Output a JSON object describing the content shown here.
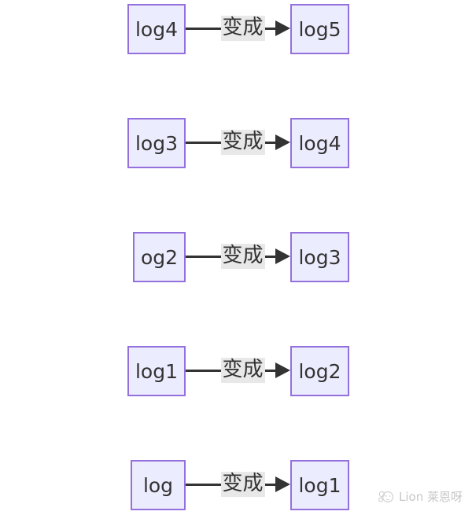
{
  "diagram": {
    "type": "flowchart",
    "edge_label_all": "变成",
    "rows": [
      {
        "from": "log4",
        "label": "变成",
        "to": "log5"
      },
      {
        "from": "log3",
        "label": "变成",
        "to": "log4"
      },
      {
        "from": "og2",
        "label": "变成",
        "to": "log3"
      },
      {
        "from": "log1",
        "label": "变成",
        "to": "log2"
      },
      {
        "from": "log",
        "label": "变成",
        "to": "log1"
      }
    ]
  },
  "watermark": {
    "text": "Lion 莱恩呀",
    "icon": "lion-icon"
  },
  "colors": {
    "background": "#ffffff",
    "node_fill": "#ECECFF",
    "node_border": "#9370DB",
    "edge": "#333333",
    "edge_label_bg": "#e8e8e8",
    "text": "#333333",
    "watermark": "#c7c7c7"
  }
}
